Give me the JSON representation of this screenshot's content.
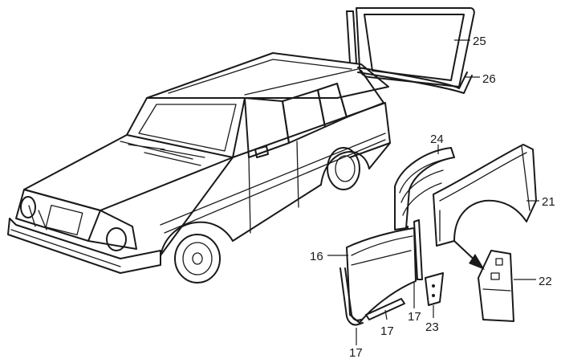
{
  "callouts": {
    "c25": "25",
    "c26": "26",
    "c24": "24",
    "c21": "21",
    "c16": "16",
    "c22": "22",
    "c17a": "17",
    "c17b": "17",
    "c17c": "17",
    "c23": "23"
  },
  "colors": {
    "ink": "#1a1a1a",
    "paper": "#ffffff"
  }
}
